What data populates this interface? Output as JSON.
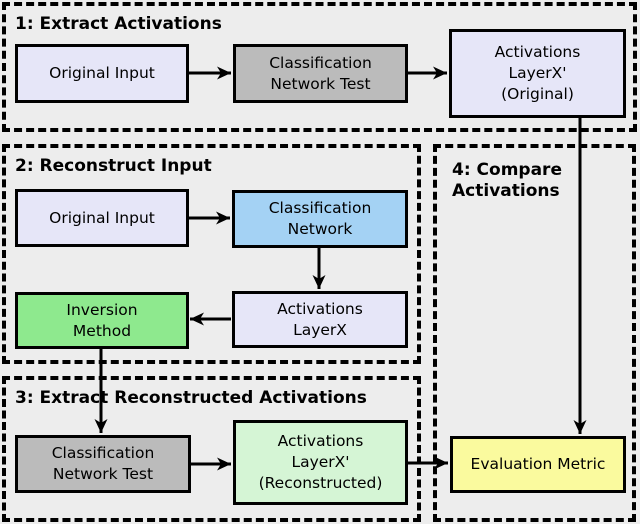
{
  "sections": {
    "s1": {
      "title": "1: Extract Activations"
    },
    "s2": {
      "title": "2: Reconstruct Input"
    },
    "s3": {
      "title": "3: Extract Reconstructed Activations"
    },
    "s4": {
      "title": "4: Compare Activations"
    }
  },
  "nodes": {
    "original_input_1": {
      "label": "Original Input"
    },
    "classification_network_test_1": {
      "l1": "Classification",
      "l2": "Network Test"
    },
    "activations_original": {
      "l1": "Activations",
      "l2": "LayerX'",
      "l3": "(Original)"
    },
    "original_input_2": {
      "label": "Original Input"
    },
    "classification_network": {
      "l1": "Classification",
      "l2": "Network"
    },
    "activations_layerx": {
      "l1": "Activations",
      "l2": "LayerX"
    },
    "inversion_method": {
      "l1": "Inversion",
      "l2": "Method"
    },
    "classification_network_test_2": {
      "l1": "Classification",
      "l2": "Network Test"
    },
    "activations_reconstructed": {
      "l1": "Activations",
      "l2": "LayerX'",
      "l3": "(Reconstructed)"
    },
    "evaluation_metric": {
      "label": "Evaluation Metric"
    }
  },
  "colors": {
    "background": "#EDEDED",
    "lavender": "#E6E6F8",
    "gray": "#BBBBBB",
    "blue": "#A4D2F4",
    "green": "#8EE98E",
    "light_green": "#D5F5D5",
    "yellow": "#FAFA9E",
    "line": "#000000"
  }
}
